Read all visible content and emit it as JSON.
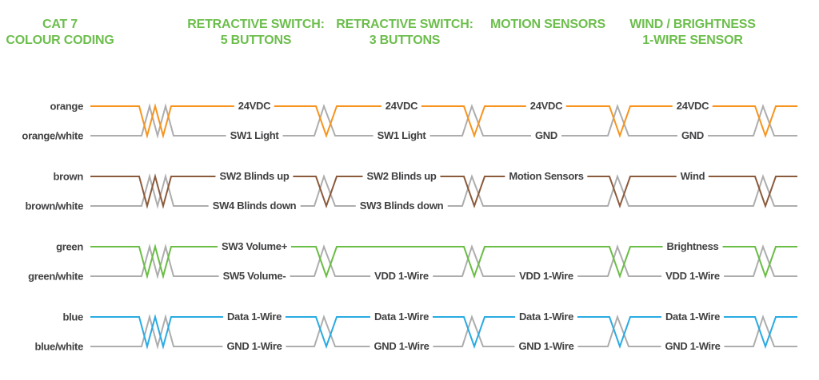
{
  "colors": {
    "header_green": "#6CBE4C",
    "wire_gray": "#ADADAD",
    "text_dark": "#414042",
    "wire_orange": "#F7941E",
    "wire_brown": "#8B5A3B",
    "wire_green": "#6ABD45",
    "wire_blue": "#29ABE2",
    "background": "#FFFFFF"
  },
  "headers": [
    {
      "line1": "CAT 7",
      "line2": "COLOUR CODING"
    },
    {
      "line1": "RETRACTIVE SWITCH:",
      "line2": "5 BUTTONS"
    },
    {
      "line1": "RETRACTIVE SWITCH:",
      "line2": "3 BUTTONS"
    },
    {
      "line1": "",
      "line2": "MOTION SENSORS"
    },
    {
      "line1": "WIND / BRIGHTNESS",
      "line2": "1-WIRE SENSOR"
    }
  ],
  "rows": [
    {
      "pair": {
        "top": "orange",
        "bottom": "orange/white"
      },
      "color": "#F7941E",
      "cols": [
        {
          "top": "24VDC",
          "bottom": "SW1 Light"
        },
        {
          "top": "24VDC",
          "bottom": "SW1 Light"
        },
        {
          "top": "24VDC",
          "bottom": "GND"
        },
        {
          "top": "24VDC",
          "bottom": "GND"
        }
      ]
    },
    {
      "pair": {
        "top": "brown",
        "bottom": "brown/white"
      },
      "color": "#8B5A3B",
      "cols": [
        {
          "top": "SW2 Blinds up",
          "bottom": "SW4 Blinds down"
        },
        {
          "top": "SW2 Blinds up",
          "bottom": "SW3 Blinds down"
        },
        {
          "top": "Motion Sensors",
          "bottom": ""
        },
        {
          "top": "Wind",
          "bottom": ""
        }
      ]
    },
    {
      "pair": {
        "top": "green",
        "bottom": "green/white"
      },
      "color": "#6ABD45",
      "cols": [
        {
          "top": "SW3 Volume+",
          "bottom": "SW5 Volume-"
        },
        {
          "top": "",
          "bottom": "VDD 1-Wire"
        },
        {
          "top": "",
          "bottom": "VDD 1-Wire"
        },
        {
          "top": "Brightness",
          "bottom": "VDD 1-Wire"
        }
      ]
    },
    {
      "pair": {
        "top": "blue",
        "bottom": "blue/white"
      },
      "color": "#29ABE2",
      "cols": [
        {
          "top": "Data 1-Wire",
          "bottom": "GND 1-Wire"
        },
        {
          "top": "Data 1-Wire",
          "bottom": "GND 1-Wire"
        },
        {
          "top": "Data 1-Wire",
          "bottom": "GND 1-Wire"
        },
        {
          "top": "Data 1-Wire",
          "bottom": "GND 1-Wire"
        }
      ]
    }
  ]
}
